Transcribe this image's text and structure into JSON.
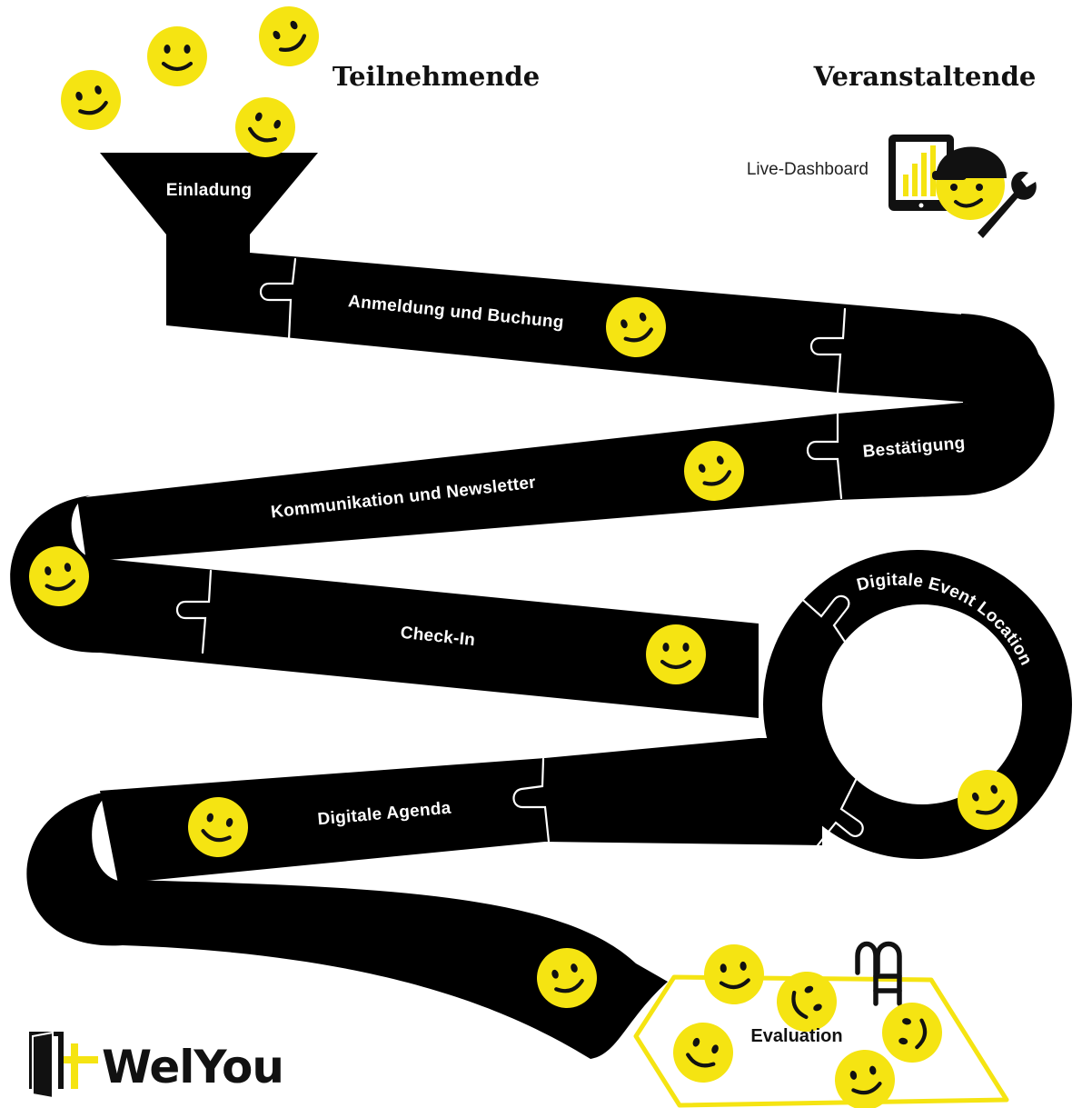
{
  "headings": {
    "participants": "Teilnehmende",
    "organizers": "Veranstaltende"
  },
  "dashboard": {
    "label": "Live-Dashboard"
  },
  "stages": {
    "invitation": "Einladung",
    "registration": "Anmeldung und Buchung",
    "confirmation": "Bestätigung",
    "communication": "Kommunikation und Newsletter",
    "checkin": "Check-In",
    "event_location": "Digitale Event Location",
    "agenda": "Digitale Agenda",
    "evaluation": "Evaluation"
  },
  "brand": {
    "name": "WelYou"
  },
  "colors": {
    "road": "#000000",
    "smiley": "#f5e412",
    "seam": "#ffffff",
    "text_dark": "#111111"
  }
}
